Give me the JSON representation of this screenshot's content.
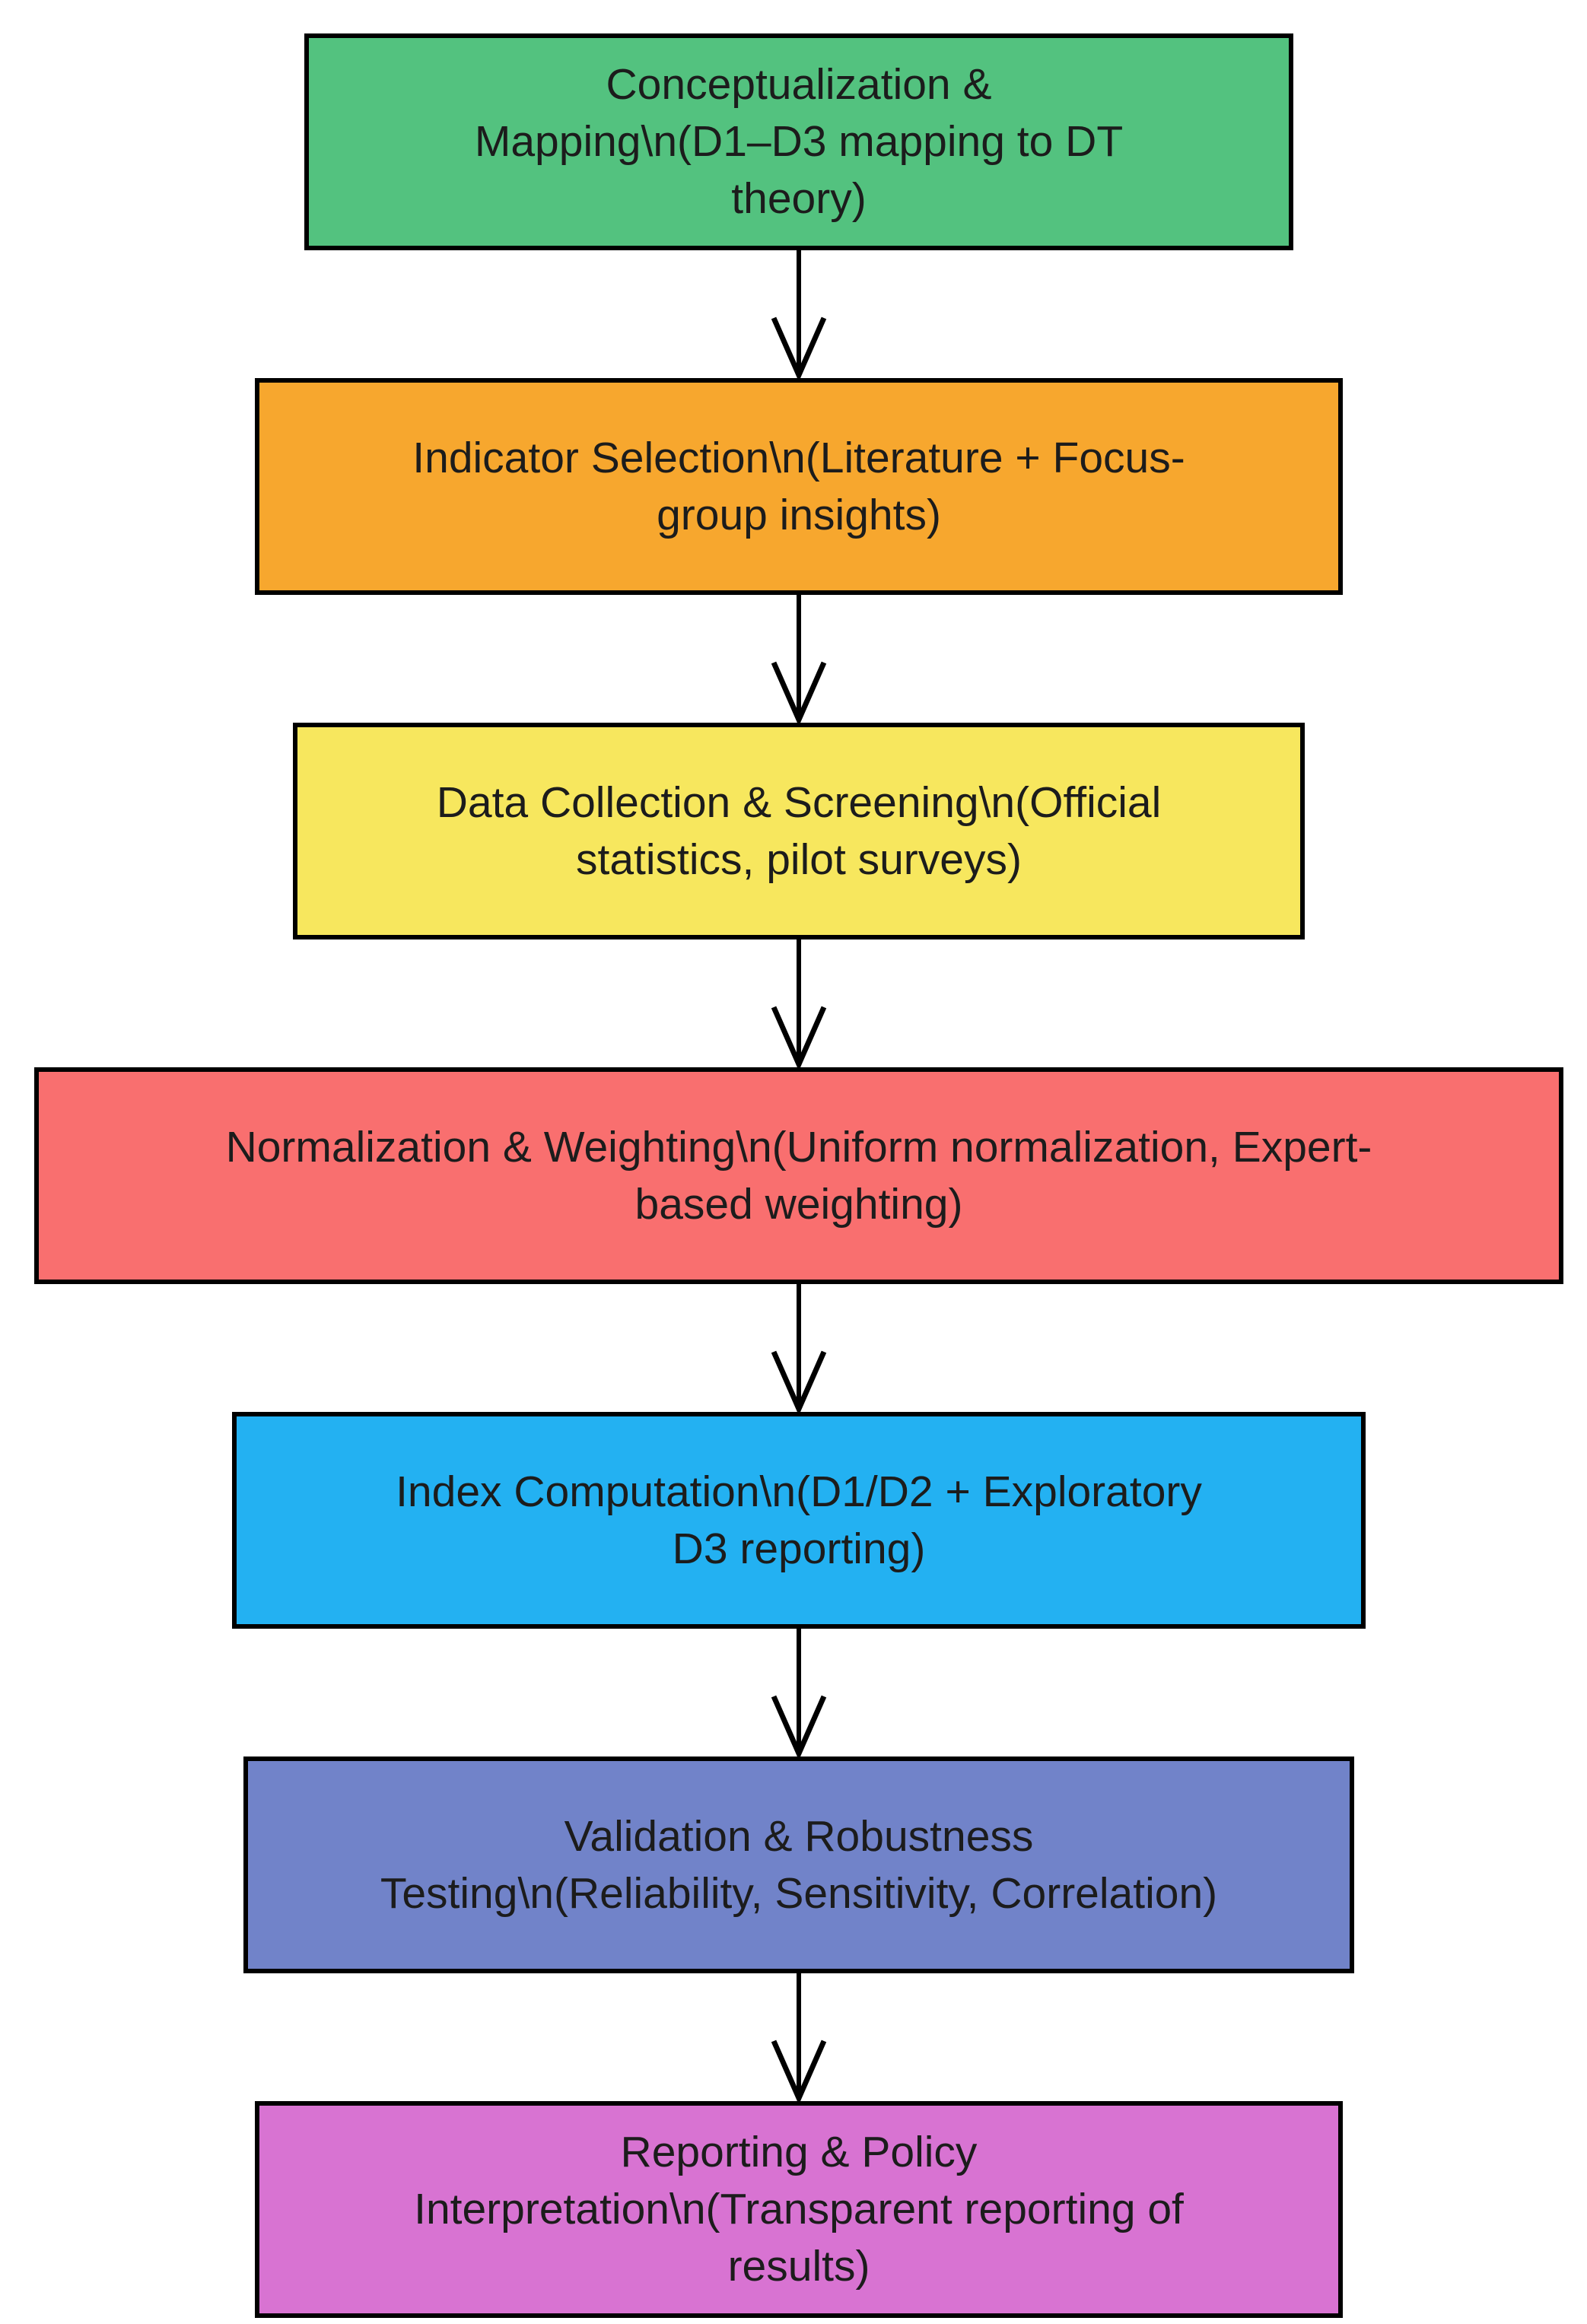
{
  "diagram": {
    "background_color": "#ffffff",
    "border_color": "#000000",
    "text_color": "#1c1c1c",
    "arrow_color": "#000000",
    "nodes": [
      {
        "name": "conceptualization-and-mapping",
        "fill": "#53c27f",
        "lines": [
          "Conceptualization &",
          "Mapping\\n(D1–D3 mapping to DT",
          "theory)"
        ]
      },
      {
        "name": "indicator-selection",
        "fill": "#f7a72e",
        "lines": [
          "Indicator Selection\\n(Literature + Focus-",
          "group insights)"
        ]
      },
      {
        "name": "data-collection-and-screening",
        "fill": "#f7e75e",
        "lines": [
          "Data Collection & Screening\\n(Official",
          "statistics, pilot surveys)"
        ]
      },
      {
        "name": "normalization-and-weighting",
        "fill": "#f96f6f",
        "lines": [
          "Normalization & Weighting\\n(Uniform normalization, Expert-",
          "based weighting)"
        ]
      },
      {
        "name": "index-computation",
        "fill": "#23b1f2",
        "lines": [
          "Index Computation\\n(D1/D2 + Exploratory",
          "D3 reporting)"
        ]
      },
      {
        "name": "validation-and-robustness-testing",
        "fill": "#7183c9",
        "lines": [
          "Validation & Robustness",
          "Testing\\n(Reliability, Sensitivity, Correlation)"
        ]
      },
      {
        "name": "reporting-and-policy-interpretation",
        "fill": "#d873d2",
        "lines": [
          "Reporting & Policy",
          "Interpretation\\n(Transparent reporting of",
          "results)"
        ]
      }
    ]
  }
}
